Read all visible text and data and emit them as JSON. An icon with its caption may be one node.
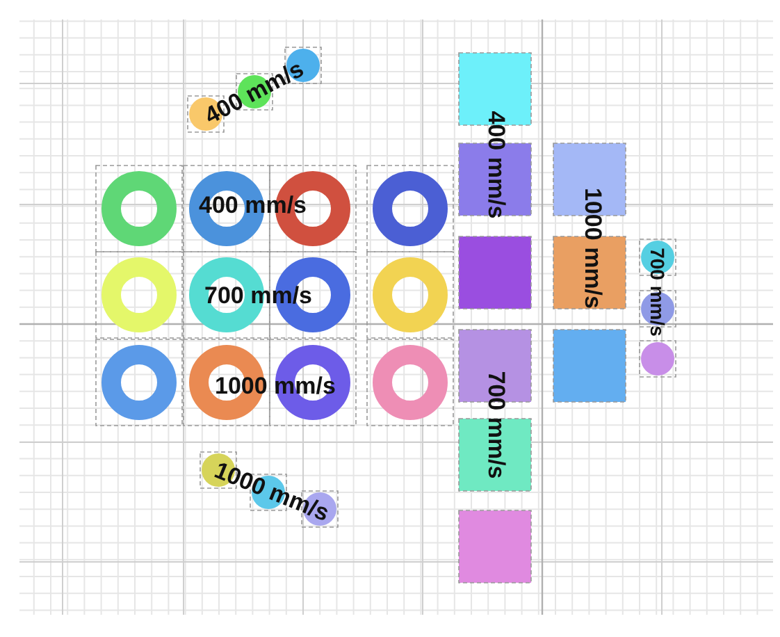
{
  "diagram": {
    "labels": [
      "400 mm/s",
      "400 mm/s",
      "400 mm/s",
      "1000 mm/s",
      "700 mm/s",
      "700 mm/s",
      "1000 mm/s",
      "700 mm/s",
      "1000 mm/s"
    ]
  }
}
